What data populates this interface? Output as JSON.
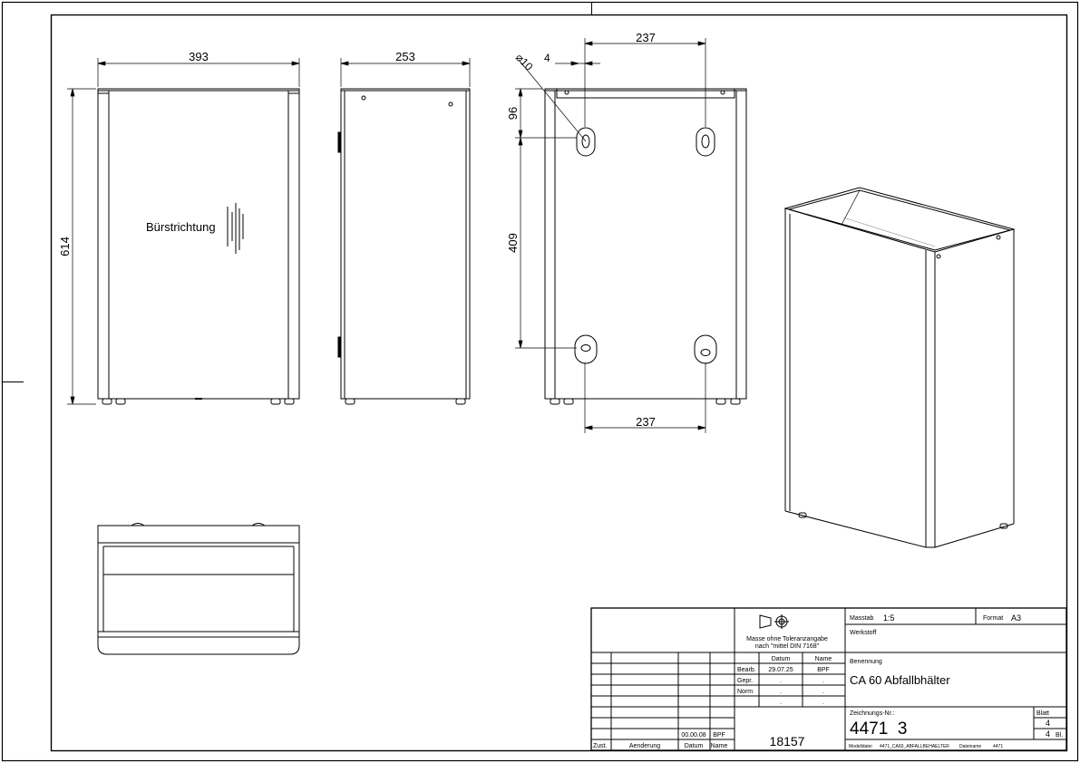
{
  "dimensions": {
    "front_width": "393",
    "side_depth": "253",
    "height": "614",
    "back_hole_spacing_top": "237",
    "back_hole_spacing_bottom": "237",
    "hole_diameter": "⌀10",
    "hole_offset": "4",
    "hole_top_offset": "96",
    "hole_vertical_spacing": "409"
  },
  "annotation": {
    "brush_direction": "Bürstrichtung"
  },
  "title_block": {
    "tolerance_line1": "Masse ohne Toleranzangabe",
    "tolerance_line2": "nach \"mittel DIN 7168\"",
    "col_datum": "Datum",
    "col_name": "Name",
    "row_bearb": "Bearb.",
    "row_gepr": "Gepr.",
    "row_norm": "Norm",
    "bearb_date": "29.07.25",
    "bearb_name": "BPF",
    "dot": ".",
    "rev_date": "00.00.08",
    "rev_name": "BPF",
    "zust": "Zust.",
    "aenderung": "Aenderung",
    "datum": "Datum",
    "name": "Name",
    "number": "18157",
    "masstab_label": "Masstab",
    "masstab_value": "1:5",
    "format_label": "Format",
    "format_value": "A3",
    "werkstoff_label": "Werkstoff",
    "benennung_label": "Benennung",
    "benennung_value": "CA 60 Abfallbhälter",
    "zeichnungsnr_label": "Zeichnungs-Nr.:",
    "zeichnungsnr_value": "4471  3",
    "blatt_label": "Blatt",
    "blatt_value": "4",
    "blatt_total": "4",
    "bl_label": "Bl.",
    "modelldatei_label": "Modelldatei",
    "modelldatei_value": "4471_CA60_ABFALLBEHAELTER",
    "dateiname_label": "Dateiname",
    "dateiname_value": "4471"
  },
  "colors": {
    "line": "#000000",
    "fill": "#ffffff",
    "shade": "#e6e6e6"
  }
}
